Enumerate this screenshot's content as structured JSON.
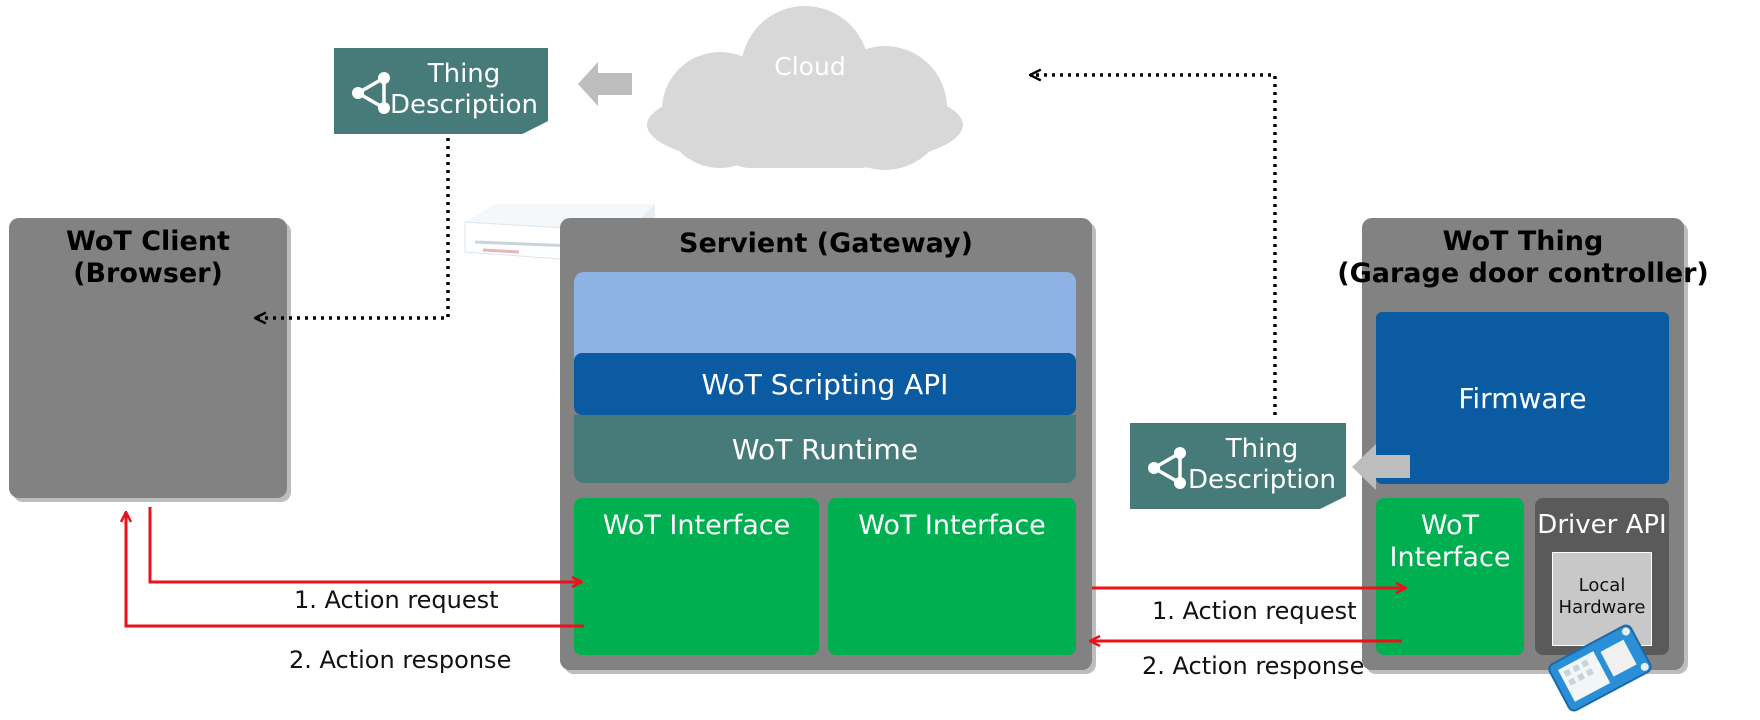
{
  "cloud": {
    "label": "Cloud"
  },
  "thing_description": {
    "label": "Thing\nDescription"
  },
  "client": {
    "title": "WoT Client\n(Browser)"
  },
  "gateway": {
    "title": "Servient (Gateway)",
    "scripting_api": "WoT Scripting API",
    "runtime": "WoT Runtime",
    "interface_left": "WoT Interface",
    "interface_right": "WoT Interface"
  },
  "thing": {
    "title": "WoT Thing\n(Garage door controller)",
    "firmware": "Firmware",
    "interface": "WoT\nInterface",
    "driver_api": "Driver API",
    "local_hardware": "Local\nHardware"
  },
  "flows": {
    "left_request": "1. Action request",
    "left_response": "2. Action response",
    "right_request": "1. Action request",
    "right_response": "2. Action response"
  },
  "colors": {
    "panel_gray": "#828282",
    "teal": "#477b7a",
    "light_blue": "#8db2e3",
    "dark_blue": "#0a5ba1",
    "green": "#00b050",
    "arrow_red": "#e8121b",
    "cloud_gray": "#d8d8d8"
  },
  "icons": [
    "share-icon",
    "router-icon",
    "sensor-board-icon"
  ]
}
